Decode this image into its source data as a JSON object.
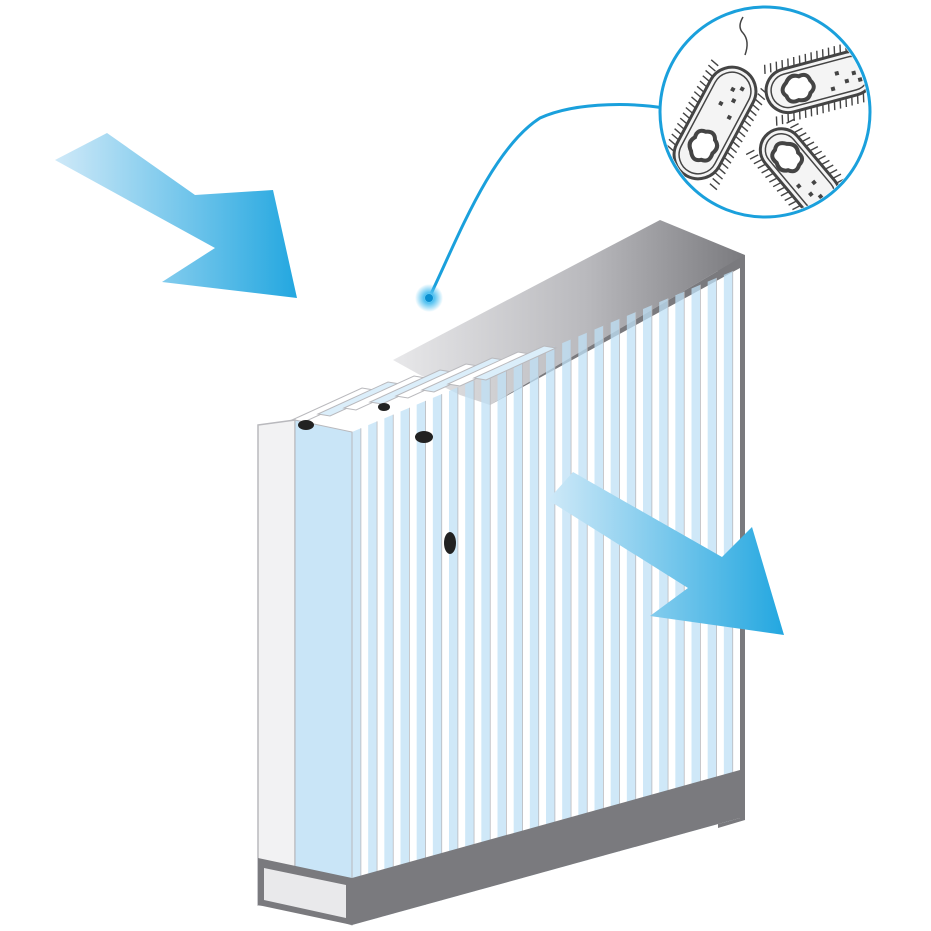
{
  "colors": {
    "background": "#ffffff",
    "arrow_light": "#cfe9f8",
    "arrow_dark": "#23a7e0",
    "pointer_line": "#1aa0dc",
    "frame_light": "#e8e8ea",
    "frame_mid": "#b9b9bd",
    "frame_dark": "#7a7a7e",
    "pleat_blue": "#bfe0f6",
    "pleat_white": "#ffffff",
    "particle": "#222222",
    "bacteria_fill": "#f4f4f4",
    "bacteria_stroke": "#444444"
  },
  "icons": {
    "inflow_arrow": "arrow-inflow-icon",
    "outflow_arrow": "arrow-outflow-icon",
    "filter": "pleated-filter-icon",
    "magnifier": "bacteria-magnifier-icon"
  },
  "filter": {
    "pleat_count": 24,
    "trapped_particles": 4
  },
  "bacteria_count": 3
}
